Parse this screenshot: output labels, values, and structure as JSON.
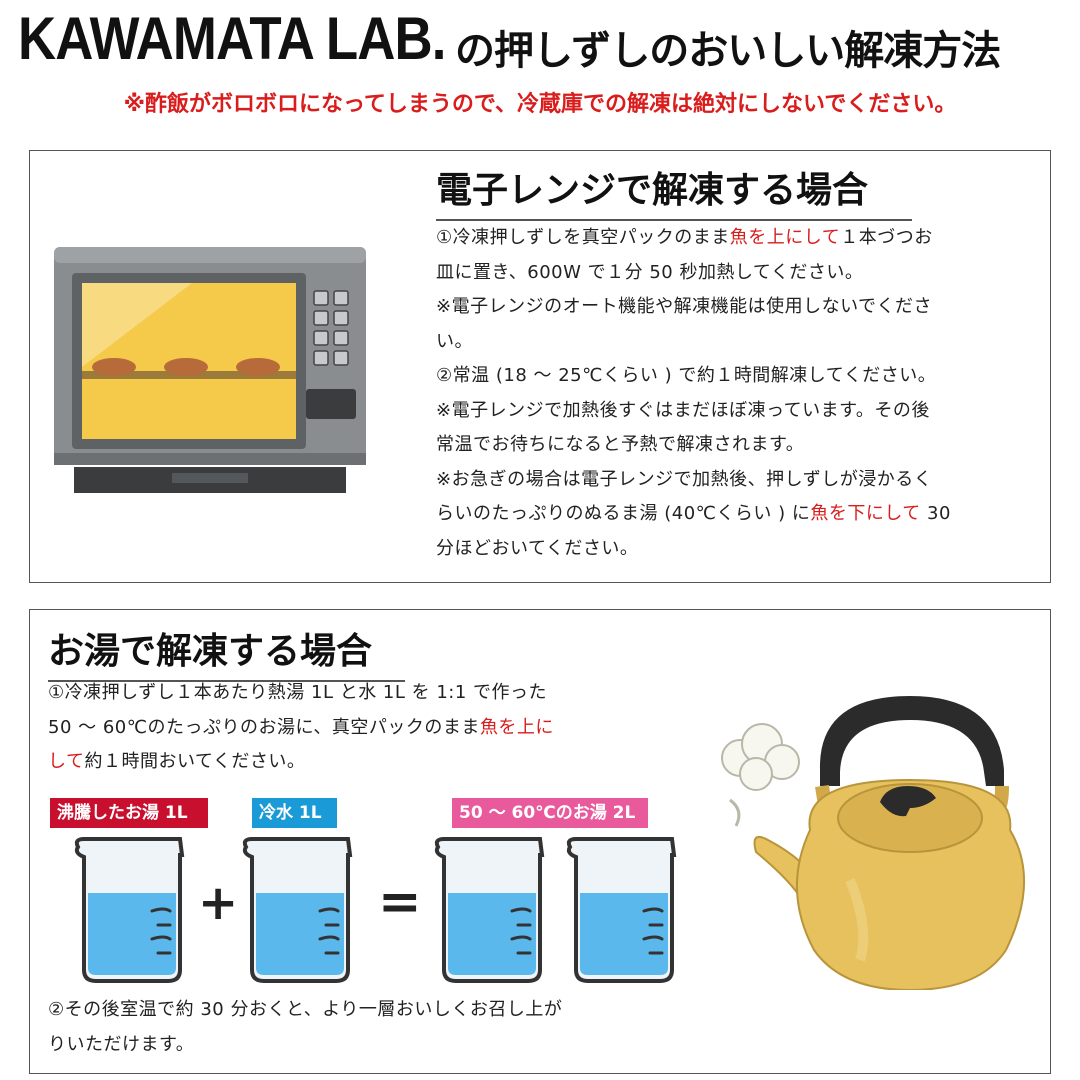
{
  "header": {
    "brand": "KAWAMATA LAB.",
    "title_suffix": "の押しずしのおいしい解凍方法",
    "warning": "※酢飯がボロボロになってしまうので、冷蔵庫での解凍は絶対にしないでください。"
  },
  "microwave": {
    "heading": "電子レンジで解凍する場合",
    "lines": [
      {
        "parts": [
          "①冷凍押しずしを真空パックのまま",
          "魚を上にして",
          "１本づつお"
        ]
      },
      {
        "parts": [
          "皿に置き、600W で１分 50 秒加熱してください。"
        ]
      },
      {
        "parts": [
          "※電子レンジのオート機能や解凍機能は使用しないでくださ"
        ]
      },
      {
        "parts": [
          "い。"
        ]
      },
      {
        "parts": [
          "②常温 (18 ～ 25℃くらい ) で約１時間解凍してください。"
        ]
      },
      {
        "parts": [
          "※電子レンジで加熱後すぐはまだほぼ凍っています。その後"
        ]
      },
      {
        "parts": [
          "常温でお待ちになると予熱で解凍されます。"
        ]
      },
      {
        "parts": [
          "※お急ぎの場合は電子レンジで加熱後、押しずしが浸かるく"
        ]
      },
      {
        "parts": [
          "らいのたっぷりのぬるま湯 (40℃くらい ) に",
          "魚を下にして",
          " 30"
        ]
      },
      {
        "parts": [
          "分ほどおいてください。"
        ]
      }
    ],
    "icon": "microwave-oven-icon"
  },
  "hotwater": {
    "heading": "お湯で解凍する場合",
    "step1": [
      {
        "parts": [
          "①冷凍押しずし１本あたり熱湯 1L と水 1L を 1:1 で作った"
        ]
      },
      {
        "parts": [
          "50 ～ 60℃のたっぷりのお湯に、真空パックのまま",
          "魚を上に"
        ]
      },
      {
        "parts": [
          "",
          "して",
          "約１時間おいてください。"
        ]
      }
    ],
    "labels": {
      "boiling": "沸騰したお湯 1L",
      "cold": "冷水 1L",
      "mix": "50 ～ 60℃のお湯 2L"
    },
    "operators": {
      "plus": "+",
      "equals": "="
    },
    "step2": [
      {
        "parts": [
          "②その後室温で約 30 分おくと、より一層おいしくお召し上が"
        ]
      },
      {
        "parts": [
          "りいただけます。"
        ]
      }
    ],
    "icons": [
      "beaker-icon",
      "kettle-icon",
      "steam-icon"
    ]
  },
  "colors": {
    "accent_red": "#d91c1c",
    "label_red": "#c8102e",
    "label_blue": "#1a9ad6",
    "label_pink": "#e85a9c",
    "water_blue": "#5bb8ec",
    "kettle_yellow": "#e6c15d",
    "oven_gray": "#8a8d90",
    "oven_window": "#f5c94a"
  }
}
